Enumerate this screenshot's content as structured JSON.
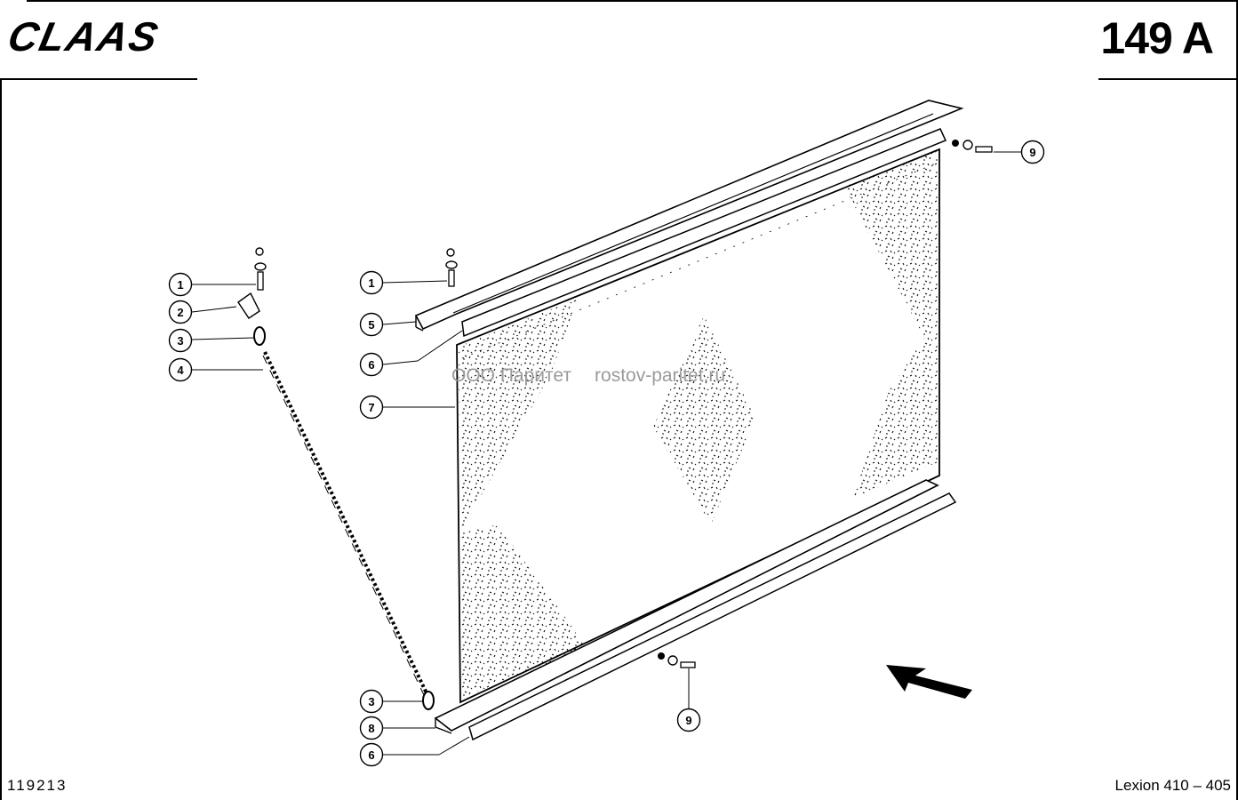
{
  "header": {
    "brand": "CLAAS",
    "page_number": "149 A"
  },
  "footer": {
    "document_number": "119213",
    "model": "Lexion 410 – 405"
  },
  "watermark": {
    "company": "ООО Паритет",
    "site": "rostov-paritet.ru"
  },
  "callouts": {
    "c1_left": "1",
    "c2_left": "2",
    "c3_left_top": "3",
    "c4_left": "4",
    "c1_mid": "1",
    "c5_mid": "5",
    "c6_mid": "6",
    "c7_mid": "7",
    "c9_right": "9",
    "c3_bottom": "3",
    "c8_bottom": "8",
    "c6_bottom": "6",
    "c9_bottom": "9"
  }
}
